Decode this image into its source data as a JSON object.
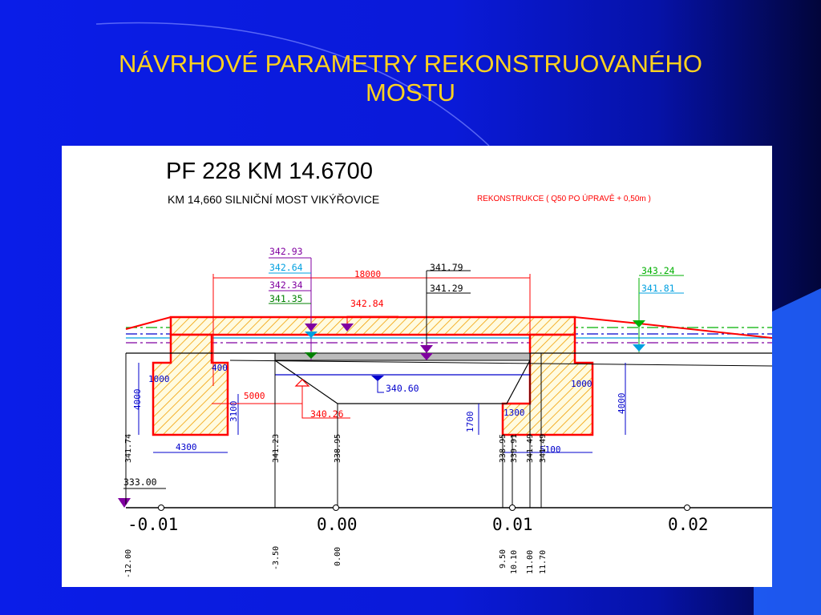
{
  "slide": {
    "title_line1": "NÁVRHOVÉ PARAMETRY REKONSTRUOVANÉHO",
    "title_line2": "MOSTU"
  },
  "drawing": {
    "profile_title": "PF 228  KM 14.6700",
    "bridge_name": "KM 14,660 SILNIČNÍ MOST VIKÝŘOVICE",
    "reconstruction_note": "REKONSTRUKCE ( Q50 PO ÚPRAVĚ + 0,50m )",
    "levels": {
      "l_342_93": "342.93",
      "l_342_64": "342.64",
      "l_342_34": "342.34",
      "l_341_35": "341.35",
      "l_342_84": "342.84",
      "l_341_79": "341.79",
      "l_341_29": "341.29",
      "l_343_24": "343.24",
      "l_341_81": "341.81",
      "l_340_60": "340.60",
      "l_340_26": "340.26",
      "l_333_00": "333.00"
    },
    "dimensions": {
      "span": "18000",
      "d_4000_left": "4000",
      "d_1000_left": "1000",
      "d_400": "400",
      "d_5000": "5000",
      "d_3100": "3100",
      "d_4300": "4300",
      "d_1700": "1700",
      "d_1300": "1300",
      "d_1000_right": "1000",
      "d_4000_right": "4000",
      "d_5100": "5100"
    },
    "vertical_elevations": {
      "e_341_74": "341.74",
      "e_341_23": "341.23",
      "e_338_95": "338.95",
      "e_338_95b": "338.95",
      "e_339_91": "339.91",
      "e_341_49": "341.49",
      "e_341_49b": "341.49"
    },
    "axis_km": {
      "km_m001": "-0.01",
      "km_000": "0.00",
      "km_001": "0.01",
      "km_002": "0.02"
    },
    "stations": {
      "s_m12": "-12.00",
      "s_m3_5": "-3.50",
      "s_0": "0.00",
      "s_9_5": "9.50",
      "s_10_1": "10.10",
      "s_11_0": "11.00",
      "s_11_7": "11.70"
    },
    "colors": {
      "structure": "#ff0000",
      "hatch": "#f2a000",
      "dimension": "#0000cc",
      "level_purple": "#8000a0",
      "level_cyan": "#00a0e0",
      "level_green": "#008000"
    }
  }
}
